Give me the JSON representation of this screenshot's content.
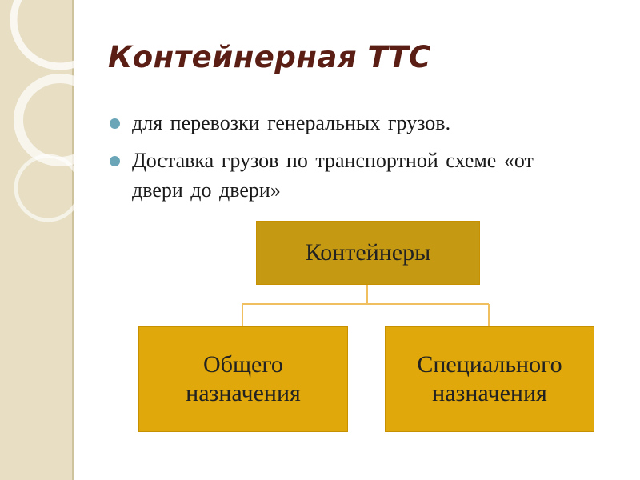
{
  "slide": {
    "title": "Контейнерная ТТС",
    "bullets": [
      "для перевозки генеральных  грузов.",
      "Доставка  грузов   по  транспортной  схеме  «от  двери  до  двери»"
    ]
  },
  "diagram": {
    "root": "Контейнеры",
    "children": [
      {
        "line1": "Общего",
        "line2": "назначения"
      },
      {
        "line1": "Специального",
        "line2": "назначения"
      }
    ]
  },
  "colors": {
    "title": "#5a1e14",
    "bullet": "#6aa6b8",
    "box": "#e0a80a",
    "root_box": "#c59a12",
    "connector": "#f0c060",
    "side_panel": "#e7dec4"
  }
}
